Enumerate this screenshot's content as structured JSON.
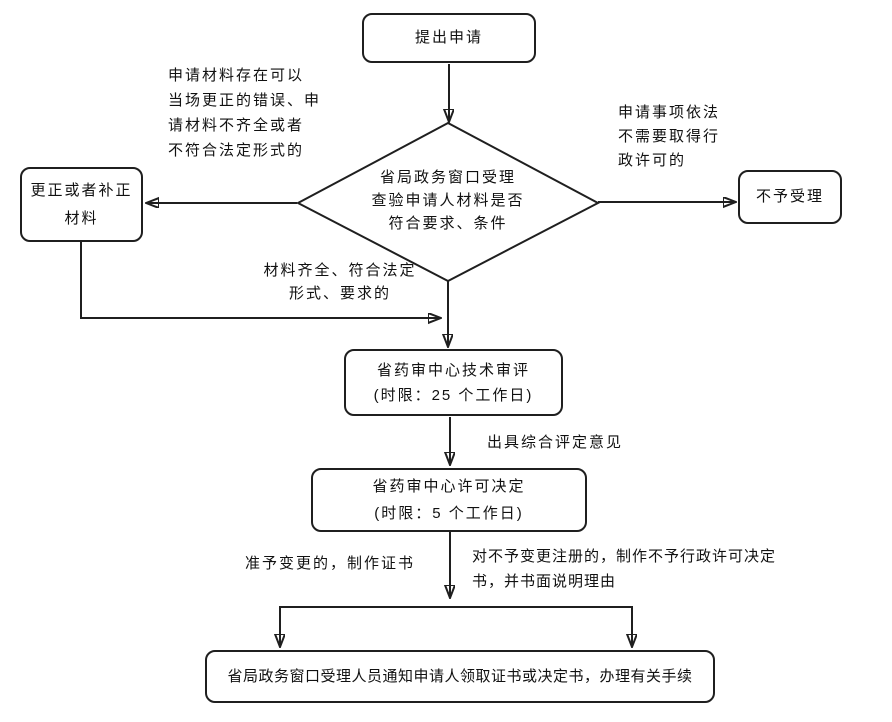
{
  "flowchart": {
    "nodes": {
      "start": "提出申请",
      "decision": "省局政务窗口受理\n查验申请人材料是否\n符合要求、条件",
      "correct": "更正或者补正\n材料",
      "reject": "不予受理",
      "tech_review": "省药审中心技术审评\n(时限：25 个工作日)",
      "license_decision": "省药审中心许可决定\n(时限：5 个工作日)",
      "notify": "省局政务窗口受理人员通知申请人领取证书或决定书，办理有关手续"
    },
    "annotations": {
      "correctable_error": "申请材料存在可以\n当场更正的错误、申\n请材料不齐全或者\n不符合法定形式的",
      "no_permit_needed": "申请事项依法\n不需要取得行\n政许可的",
      "materials_complete": "材料齐全、符合法定\n形式、要求的",
      "evaluation_opinion": "出具综合评定意见",
      "approved_change": "准予变更的，制作证书",
      "rejected_change": "对不予变更注册的，制作不予行政许可决定\n书，并书面说明理由"
    },
    "colors": {
      "line": "#1f1f1f",
      "background": "#ffffff",
      "text": "#111111"
    }
  }
}
